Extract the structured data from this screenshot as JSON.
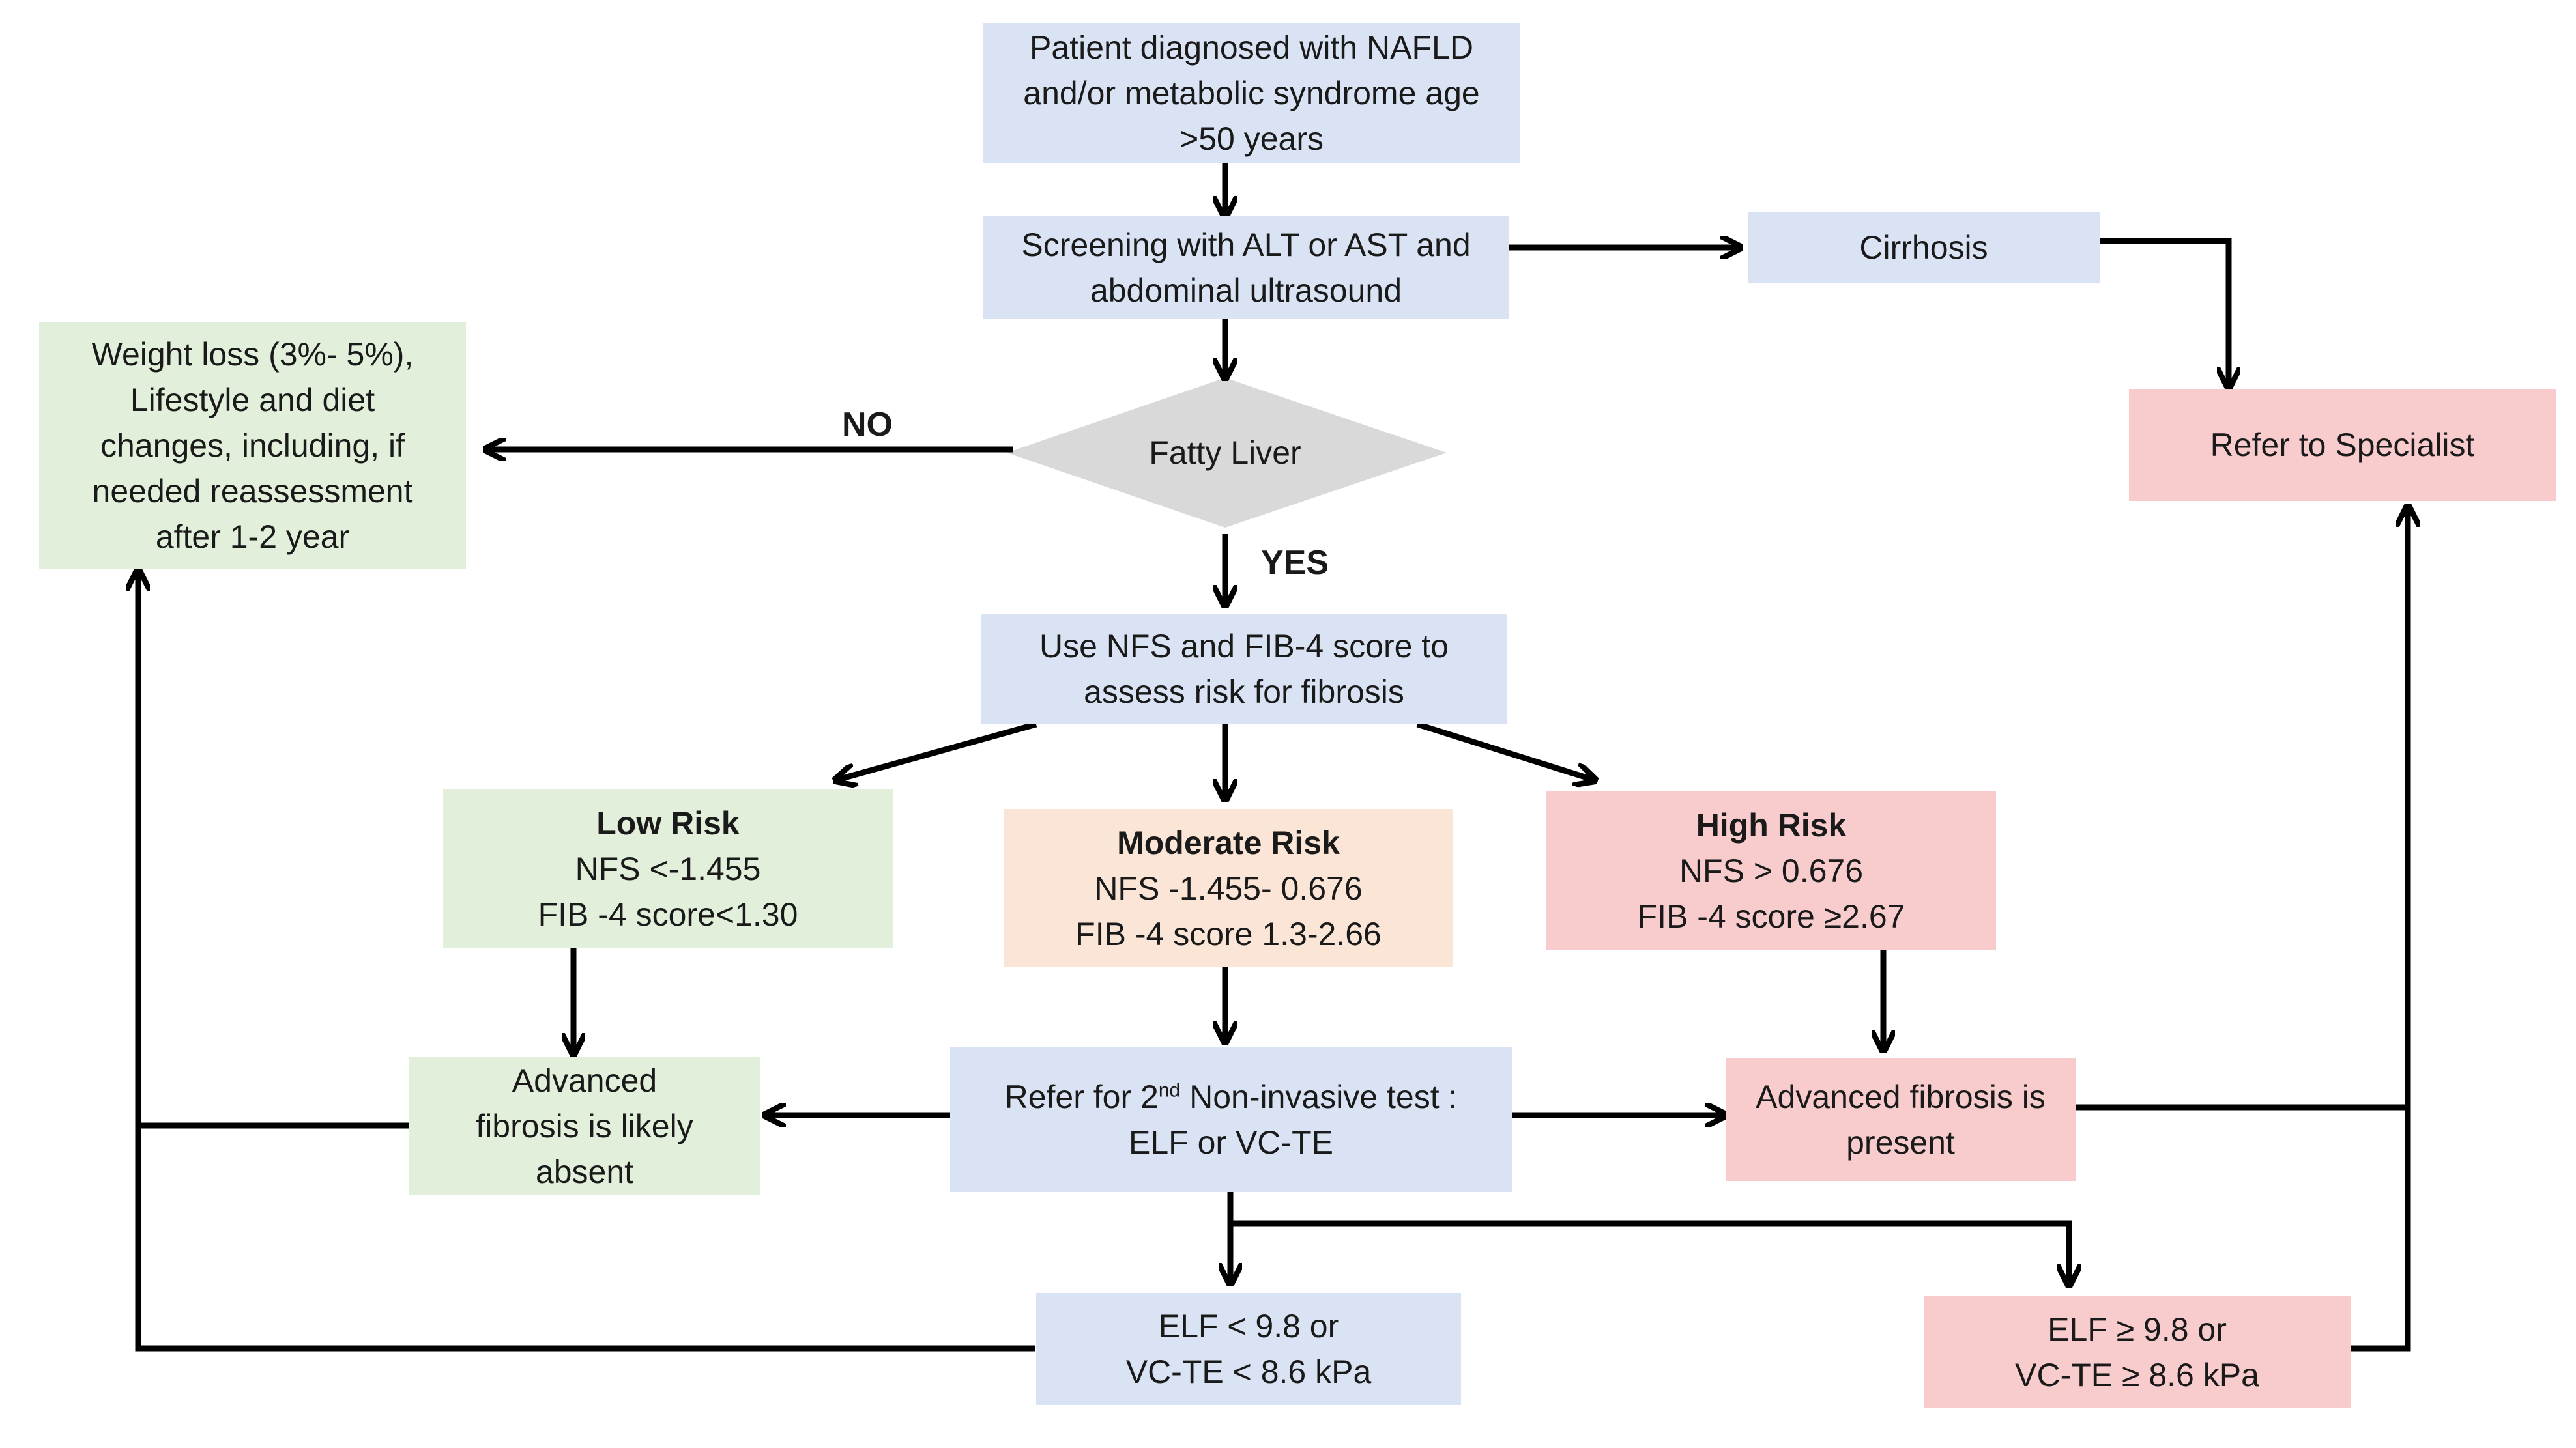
{
  "nodes": {
    "start": [
      "Patient diagnosed with NAFLD",
      "and/or metabolic syndrome age",
      ">50 years"
    ],
    "screening": [
      "Screening with ALT or AST and",
      "abdominal ultrasound"
    ],
    "cirrhosis": "Cirrhosis",
    "specialist": "Refer to Specialist",
    "weight_loss": [
      "Weight loss (3%- 5%),",
      "Lifestyle and diet",
      "changes, including, if",
      "needed reassessment",
      "after 1-2 year"
    ],
    "fatty_liver": "Fatty Liver",
    "use_scores": [
      "Use NFS and FIB-4 score to",
      "assess risk for fibrosis"
    ],
    "low_risk": {
      "title": "Low Risk",
      "lines": [
        "NFS <-1.455",
        "FIB -4 score<1.30"
      ]
    },
    "moderate_risk": {
      "title": "Moderate Risk",
      "lines": [
        "NFS -1.455- 0.676",
        "FIB -4 score 1.3-2.66"
      ]
    },
    "high_risk": {
      "title": "High Risk",
      "lines": [
        "NFS > 0.676",
        "FIB -4 score ≥2.67"
      ]
    },
    "absent": [
      "Advanced",
      "fibrosis is likely",
      "absent"
    ],
    "second_test": {
      "pre": "Refer for 2",
      "sup": "nd",
      "post": " Non-invasive test :",
      "line2": "ELF or VC-TE"
    },
    "present": [
      "Advanced fibrosis is",
      "present"
    ],
    "elf_low": [
      "ELF < 9.8 or",
      "VC-TE < 8.6 kPa"
    ],
    "elf_high": [
      "ELF ≥ 9.8 or",
      "VC-TE ≥ 8.6 kPa"
    ]
  },
  "edge_labels": {
    "no": "NO",
    "yes": "YES"
  },
  "colors": {
    "blue": "#dae3f3",
    "green": "#e2efda",
    "peach": "#fbe5d6",
    "pink": "#f8cbcc",
    "diamond": "#d9d9d9",
    "line": "#000000"
  }
}
